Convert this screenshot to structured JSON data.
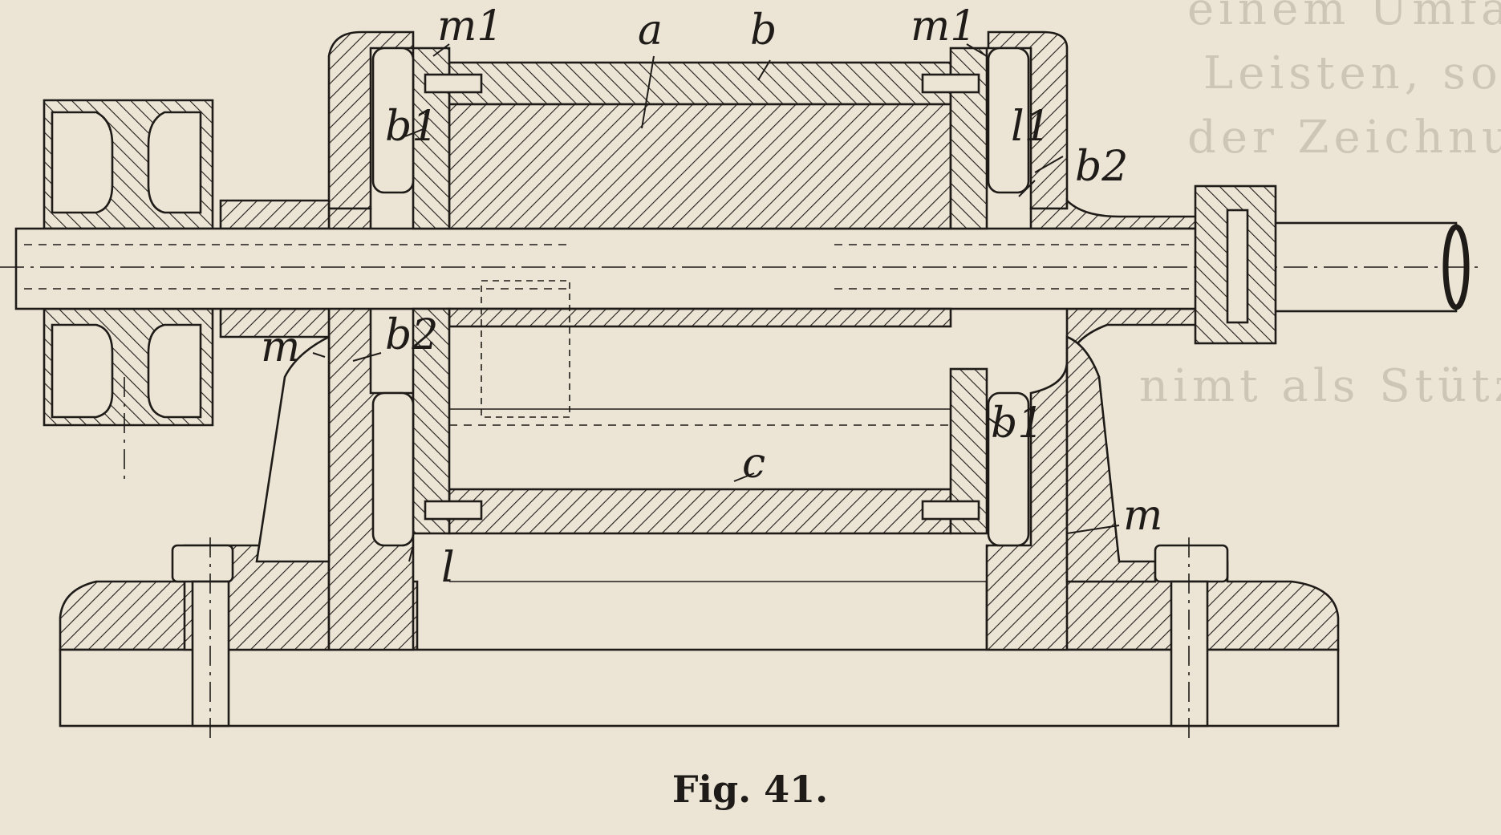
{
  "caption": "Fig. 41.",
  "labels": {
    "a": "a",
    "b": "b",
    "b1_upper_left": "b1",
    "b1_lower_right": "b1",
    "b2_upper_right": "b2",
    "b2_lower_left": "b2",
    "c": "c",
    "m_left": "m",
    "m_right": "m",
    "m1_left": "m1",
    "m1_right": "m1",
    "l_upper_right": "l1",
    "l_lower_left": "l"
  },
  "background_text": [
    "einem Umfange",
    "Leisten, so",
    "der Zeichnung",
    "nimt als Stütze"
  ],
  "colors": {
    "paper": "#ece5d5",
    "ink": "#1e1b18",
    "bleed_text": "#cdc6b6"
  }
}
